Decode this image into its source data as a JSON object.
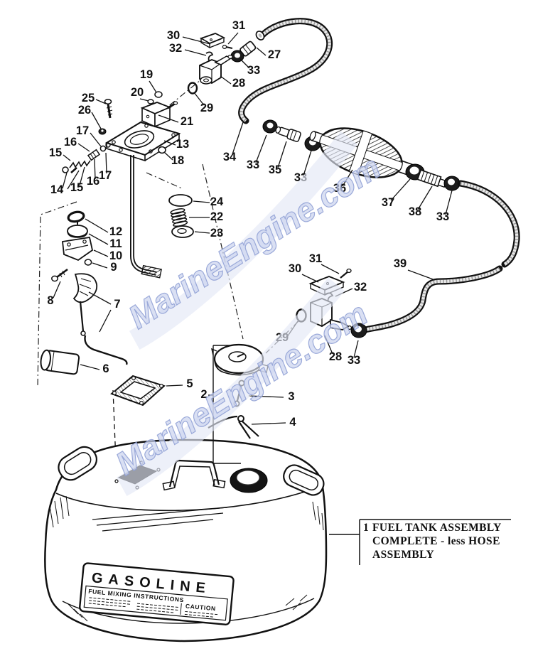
{
  "watermark": {
    "text": "MarineEngine.com",
    "fill": "#ccd4ee",
    "stroke": "#8d9dd4"
  },
  "ink_color": "#111111",
  "callouts": {
    "c30a": "30",
    "c31a": "31",
    "c32a": "32",
    "c27": "27",
    "c33a": "33",
    "c28a": "28",
    "c29a": "29",
    "c19": "19",
    "c20": "20",
    "c21": "21",
    "c25": "25",
    "c26": "26",
    "c17a": "17",
    "c16a": "16",
    "c15a": "15",
    "c14": "14",
    "c15b": "15",
    "c16b": "16",
    "c17b": "17",
    "c13": "13",
    "c18": "18",
    "c24": "24",
    "c22": "22",
    "c23": "23",
    "c12": "12",
    "c11": "11",
    "c10": "10",
    "c9": "9",
    "c8": "8",
    "c7": "7",
    "c6": "6",
    "c34": "34",
    "c33b": "33",
    "c35": "35",
    "c33c": "33",
    "c36": "36",
    "c37": "37",
    "c38": "38",
    "c33d": "33",
    "c39": "39",
    "c31b": "31",
    "c30b": "30",
    "c32b": "32",
    "c29b": "29",
    "c28b": "28",
    "c33e": "33",
    "c5": "5",
    "c2": "2",
    "c3": "3",
    "c4": "4"
  },
  "note": {
    "number": "1",
    "line1": "FUEL TANK ASSEMBLY",
    "line2": "COMPLETE - less HOSE",
    "line3": "ASSEMBLY"
  },
  "tank_label": {
    "brand": "GASOLINE",
    "instructions": "FUEL MIXING INSTRUCTIONS",
    "caution": "CAUTION"
  }
}
